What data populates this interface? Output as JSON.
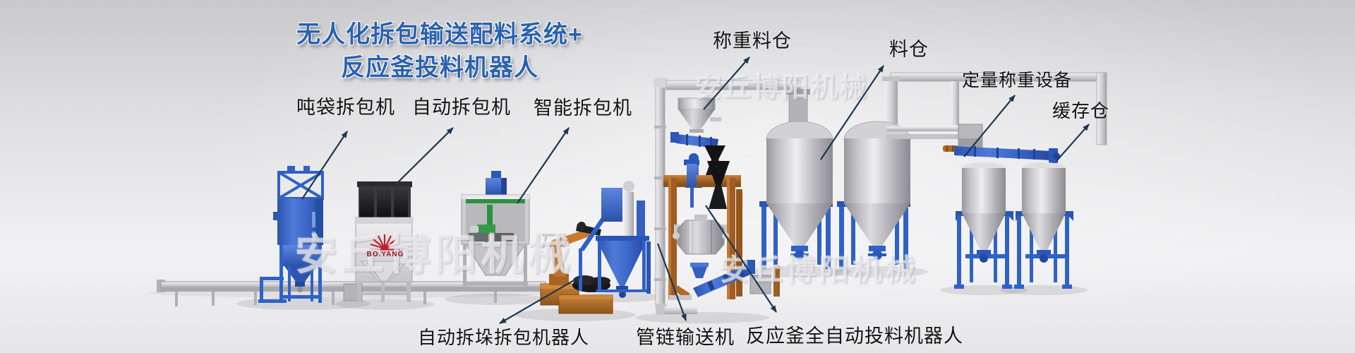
{
  "title": {
    "line1": "无人化拆包输送配料系统+",
    "line2": "反应釜投料机器人"
  },
  "labels": {
    "ton_bag_unpacker": "吨袋拆包机",
    "auto_unpacker": "自动拆包机",
    "smart_unpacker": "智能拆包机",
    "weighing_silo": "称重料仓",
    "silo": "料仓",
    "dosing_weigher": "定量称重设备",
    "buffer_silo": "缓存仓",
    "depalletizing_robot": "自动拆垛拆包机器人",
    "tube_chain_conveyor": "管链输送机",
    "reactor_feeding_robot": "反应釜全自动投料机器人"
  },
  "watermark": "安丘博阳机械",
  "logo_text": "BO.YANG",
  "colors": {
    "title_blue": "#2a62ae",
    "label_text": "#121212",
    "arrow": "#1c3850",
    "machine_blue": "#2f62c8",
    "steel": "#c9c9cd",
    "frame_orange": "#b06a28",
    "logo_red": "#c01f2e",
    "green": "#2e9140",
    "background": "#dedee0"
  }
}
